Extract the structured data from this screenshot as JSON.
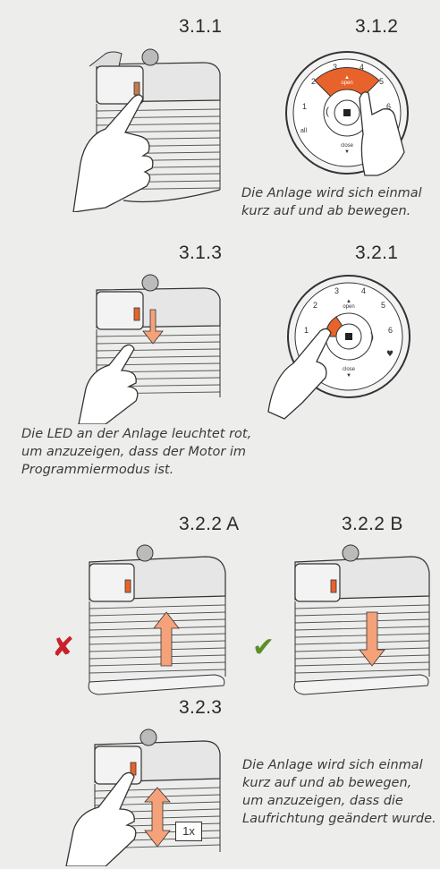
{
  "steps": {
    "s311": "3.1.1",
    "s312": "3.1.2",
    "s313": "3.1.3",
    "s321": "3.2.1",
    "s322a": "3.2.2 A",
    "s322b": "3.2.2 B",
    "s323": "3.2.3"
  },
  "captions": {
    "c312": [
      "Die Anlage wird sich einmal",
      "kurz auf und ab bewegen."
    ],
    "c313": [
      "Die LED an der Anlage leuchtet rot,",
      "um anzuzeigen, dass der Motor im",
      "Programmiermodus ist."
    ],
    "c323": [
      "Die Anlage wird sich einmal",
      "kurz auf und ab bewegen,",
      "um anzuzeigen, dass die",
      "Laufrichtung geändert wurde."
    ]
  },
  "remote": {
    "buttons": [
      "1",
      "2",
      "3",
      "4",
      "5",
      "6"
    ],
    "all_label": "all",
    "open_label": "open",
    "close_label": "close"
  },
  "marks": {
    "wrong": "✘",
    "right": "✔"
  },
  "badge_1x": "1x",
  "colors": {
    "accent": "#e8632b",
    "wrong": "#c8232c",
    "right": "#5a8f2a"
  },
  "icons": {
    "stop": "stop-square-icon",
    "left": "left-parenthesis-icon",
    "right": "right-parenthesis-icon",
    "favorite": "heart-icon"
  }
}
